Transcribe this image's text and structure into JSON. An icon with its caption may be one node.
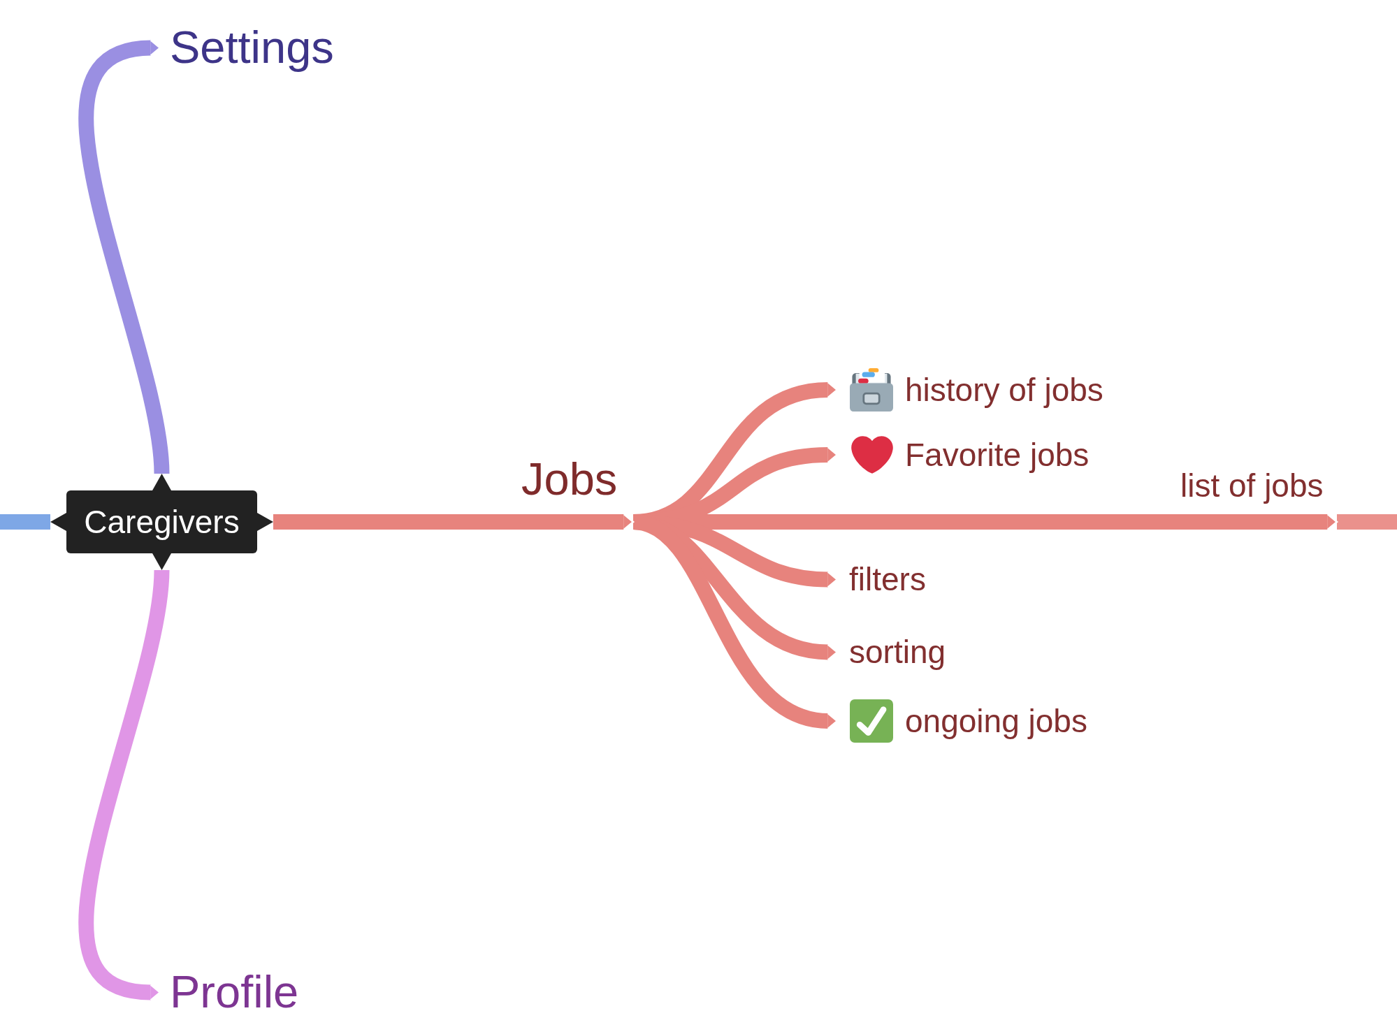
{
  "diagram": {
    "nodes": [
      {
        "text": [
          "Caregivers"
        ]
      },
      {
        "text": [
          "Settings"
        ]
      },
      {
        "text": [
          "Profile"
        ]
      },
      {
        "text": [
          "Jobs"
        ]
      },
      {
        "text": [
          "history of jobs"
        ]
      },
      {
        "text": [
          "Favorite jobs"
        ]
      },
      {
        "text": [
          "list of jobs"
        ]
      },
      {
        "text": [
          "filters"
        ]
      },
      {
        "text": [
          "sorting"
        ]
      },
      {
        "text": [
          "ongoing jobs"
        ]
      }
    ],
    "edges": [
      {
        "from": null,
        "to": 0,
        "arrow": "none",
        "color": "#7ea7e6"
      },
      {
        "from": 0,
        "to": 1,
        "arrow": "to",
        "color": "#9a8fe2"
      },
      {
        "from": 0,
        "to": 2,
        "arrow": "to",
        "color": "#e096e6"
      },
      {
        "from": 0,
        "to": 3,
        "arrow": "to"
      },
      {
        "from": 3,
        "to": 4,
        "arrow": "to"
      },
      {
        "from": 3,
        "to": 5,
        "arrow": "to"
      },
      {
        "from": 3,
        "to": 6,
        "arrow": "to"
      },
      {
        "from": 3,
        "to": 7,
        "arrow": "to"
      },
      {
        "from": 3,
        "to": 8,
        "arrow": "to"
      },
      {
        "from": 3,
        "to": 9,
        "arrow": "to"
      },
      {
        "from": 6,
        "to": null,
        "arrow": "none",
        "color": "#ea918c"
      }
    ]
  }
}
